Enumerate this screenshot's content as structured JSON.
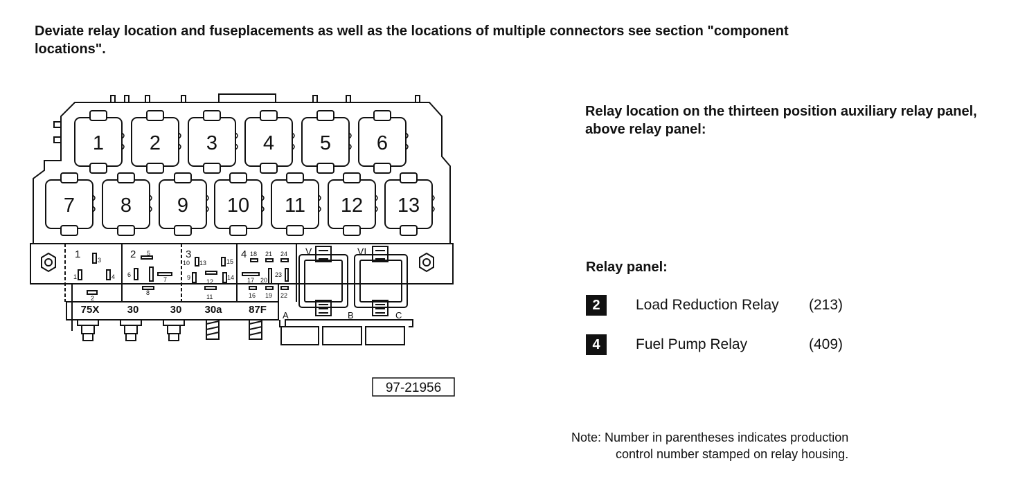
{
  "intro_text": "Deviate relay location and fuseplacements as well as the locations of multiple connectors see section \"component locations\".",
  "aux_panel": {
    "heading": "Relay location on the thirteen position auxiliary relay panel, above relay panel:",
    "positions": [
      "1",
      "2",
      "3",
      "4",
      "5",
      "6",
      "7",
      "8",
      "9",
      "10",
      "11",
      "12",
      "13"
    ]
  },
  "relay_panel": {
    "heading": "Relay panel:",
    "items": [
      {
        "position": "2",
        "name": "Load Reduction Relay",
        "code": "(213)"
      },
      {
        "position": "4",
        "name": "Fuel Pump Relay",
        "code": "(409)"
      }
    ],
    "slot_numbers": [
      "1",
      "2",
      "3",
      "4"
    ],
    "connector_labels": [
      "V",
      "VI"
    ],
    "plug_labels": [
      "A",
      "B",
      "C"
    ],
    "fuse_labels": [
      "75X",
      "30",
      "30",
      "30a",
      "87F"
    ],
    "terminals": {
      "slot1": [
        "3",
        "1",
        "4",
        "2"
      ],
      "slot2": [
        "5",
        "6",
        "7",
        "8"
      ],
      "slot3": [
        "10",
        "13",
        "15",
        "9",
        "12",
        "14",
        "11"
      ],
      "slot4": [
        "18",
        "21",
        "24",
        "17",
        "20",
        "23",
        "16",
        "19",
        "22"
      ]
    }
  },
  "figure_id": "97-21956",
  "note": {
    "line1": "Note:  Number in parentheses indicates production",
    "line2": "control number stamped on relay housing."
  }
}
